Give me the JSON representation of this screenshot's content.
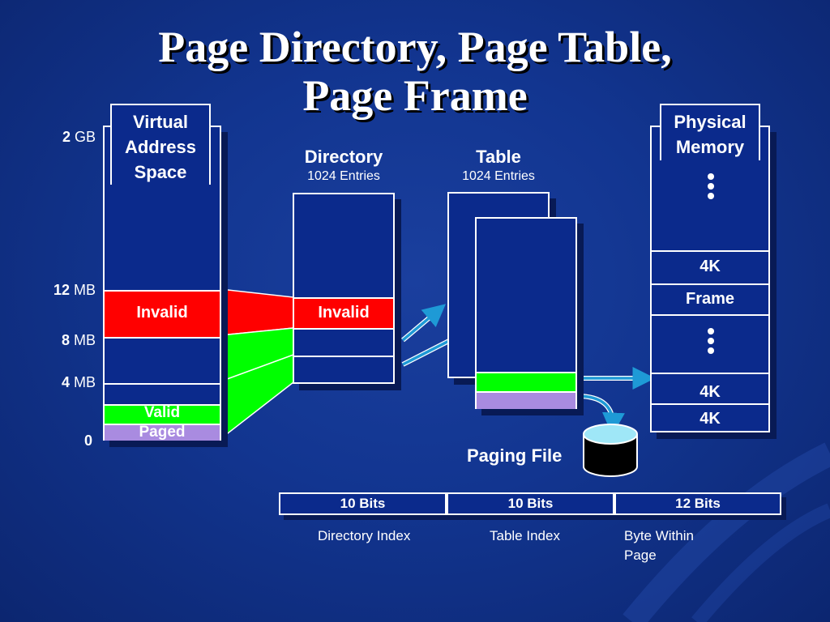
{
  "title_line1": "Page Directory, Page Table,",
  "title_line2": "Page Frame",
  "virtual": {
    "tab": [
      "Virtual",
      "Address",
      "Space"
    ],
    "scale": [
      {
        "num": "2",
        "unit": "GB"
      },
      {
        "num": "12",
        "unit": "MB"
      },
      {
        "num": "8",
        "unit": "MB"
      },
      {
        "num": "4",
        "unit": "MB"
      },
      {
        "num": "0",
        "unit": ""
      }
    ],
    "invalid_label": "Invalid",
    "valid_label": "Valid",
    "paged_label": "Paged"
  },
  "directory": {
    "heading": "Directory",
    "entries": "1024 Entries",
    "invalid_label": "Invalid"
  },
  "table": {
    "heading": "Table",
    "entries": "1024 Entries"
  },
  "physical": {
    "tab": [
      "Physical",
      "Memory"
    ],
    "cells": [
      "4K",
      "Frame",
      "4K",
      "4K"
    ],
    "dots": "•\n•\n•"
  },
  "paging_file": "Paging File",
  "address_bits": [
    {
      "bits": "10 Bits",
      "label": "Directory Index"
    },
    {
      "bits": "10 Bits",
      "label": "Table Index"
    },
    {
      "bits": "12 Bits",
      "label": "Byte Within Page"
    }
  ],
  "colors": {
    "invalid": "#ff0000",
    "valid": "#00ff00",
    "paged": "#a98be0",
    "arrow": "#1e9ad6"
  }
}
